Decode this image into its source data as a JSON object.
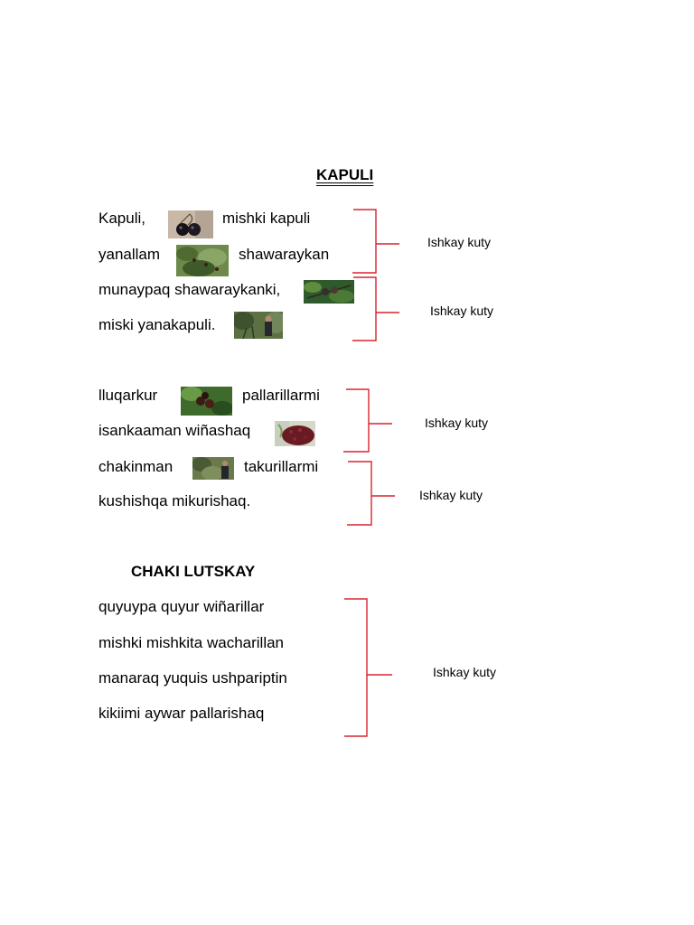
{
  "title": "KAPULI",
  "stanza1": {
    "lines": [
      "Kapuli,",
      "mishki kapuli",
      "yanallam",
      "shawaraykan",
      "munaypaq shawaraykanki,",
      "miski yanakapuli."
    ]
  },
  "stanza2": {
    "lines": [
      "lluqarkur",
      "pallarillarmi",
      "isankaaman wiñashaq",
      "chakinman",
      "takurillarmi",
      "kushishqa mikurishaq."
    ]
  },
  "subtitle": "CHAKI LUTSKAY",
  "stanza3": {
    "lines": [
      "quyuypa quyur wiñarillar",
      "mishki mishkita wacharillan",
      "manaraq yuquis ushpariptin",
      "kikiimi aywar pallarishaq"
    ]
  },
  "brackets": {
    "labels": [
      "Ishkay kuty",
      "Ishkay kuty",
      "Ishkay kuty",
      "Ishkay kuty",
      "Ishkay kuty"
    ]
  },
  "images": [
    "cherries-photo",
    "cherry-tree-photo",
    "cherry-branch-photo",
    "person-tree-photo",
    "ripe-cherries-photo",
    "cherry-basket-photo",
    "person-harvest-photo"
  ],
  "colors": {
    "bracket": "#d9232e"
  }
}
